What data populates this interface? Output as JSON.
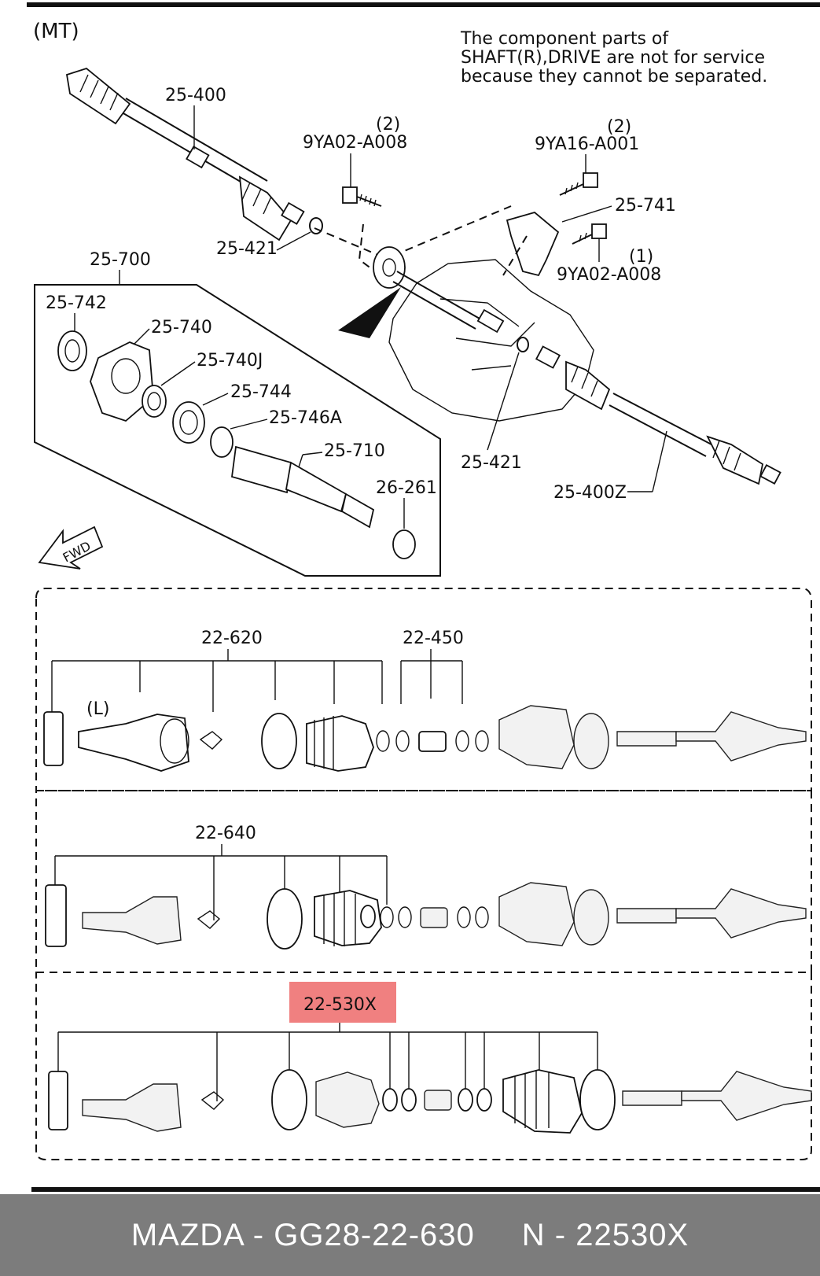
{
  "header": {
    "variant": "(MT)",
    "note_lines": [
      "The component parts of",
      "SHAFT(R),DRIVE are not for service",
      "because they cannot be separated."
    ]
  },
  "callouts": {
    "p25_400": "25-400",
    "p9ya02_a008_top": "9YA02-A008",
    "qty_top_left": "(2)",
    "p9ya16_a001": "9YA16-A001",
    "qty_top_right": "(2)",
    "p25_741": "25-741",
    "p9ya02_a008_right": "9YA02-A008",
    "qty_right": "(1)",
    "p25_421_top": "25-421",
    "p25_700": "25-700",
    "p25_742": "25-742",
    "p25_740": "25-740",
    "p25_740j": "25-740J",
    "p25_744": "25-744",
    "p25_746a": "25-746A",
    "p25_710": "25-710",
    "p26_261": "26-261",
    "p25_421_bottom": "25-421",
    "p25_400z": "25-400Z",
    "fwd": "FWD"
  },
  "kits": {
    "row1_kit_a": "22-620",
    "row1_kit_b": "22-450",
    "row1_side": "(L)",
    "row2_kit": "22-640",
    "row3_kit": "22-530X"
  },
  "colors": {
    "highlight": "#f08080",
    "footer_bg": "#7c7c7c",
    "footer_text": "#ffffff"
  },
  "footer": {
    "brand_part": "MAZDA - GG28-22-630",
    "cross_ref": "N - 22530X"
  }
}
